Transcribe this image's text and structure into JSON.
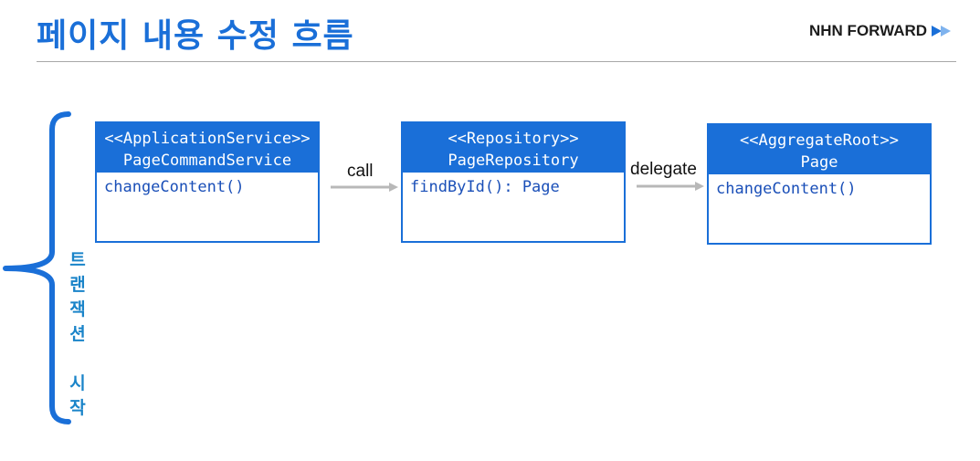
{
  "header": {
    "title": "페이지 내용 수정 흐름",
    "brand": "NHN FORWARD"
  },
  "side_label": {
    "chars": [
      "트",
      "랜",
      "잭",
      "션",
      "시",
      "작"
    ]
  },
  "boxes": [
    {
      "stereotype": "<<ApplicationService>>",
      "name": "PageCommandService",
      "method": "changeContent()"
    },
    {
      "stereotype": "<<Repository>>",
      "name": "PageRepository",
      "method": "findById(): Page"
    },
    {
      "stereotype": "<<AggregateRoot>>",
      "name": "Page",
      "method": "changeContent()"
    }
  ],
  "arrows": [
    {
      "label": "call"
    },
    {
      "label": "delegate"
    }
  ],
  "colors": {
    "accent": "#1a6fd8",
    "side_label": "#1a84c9",
    "arrow": "#b8b8b8"
  }
}
